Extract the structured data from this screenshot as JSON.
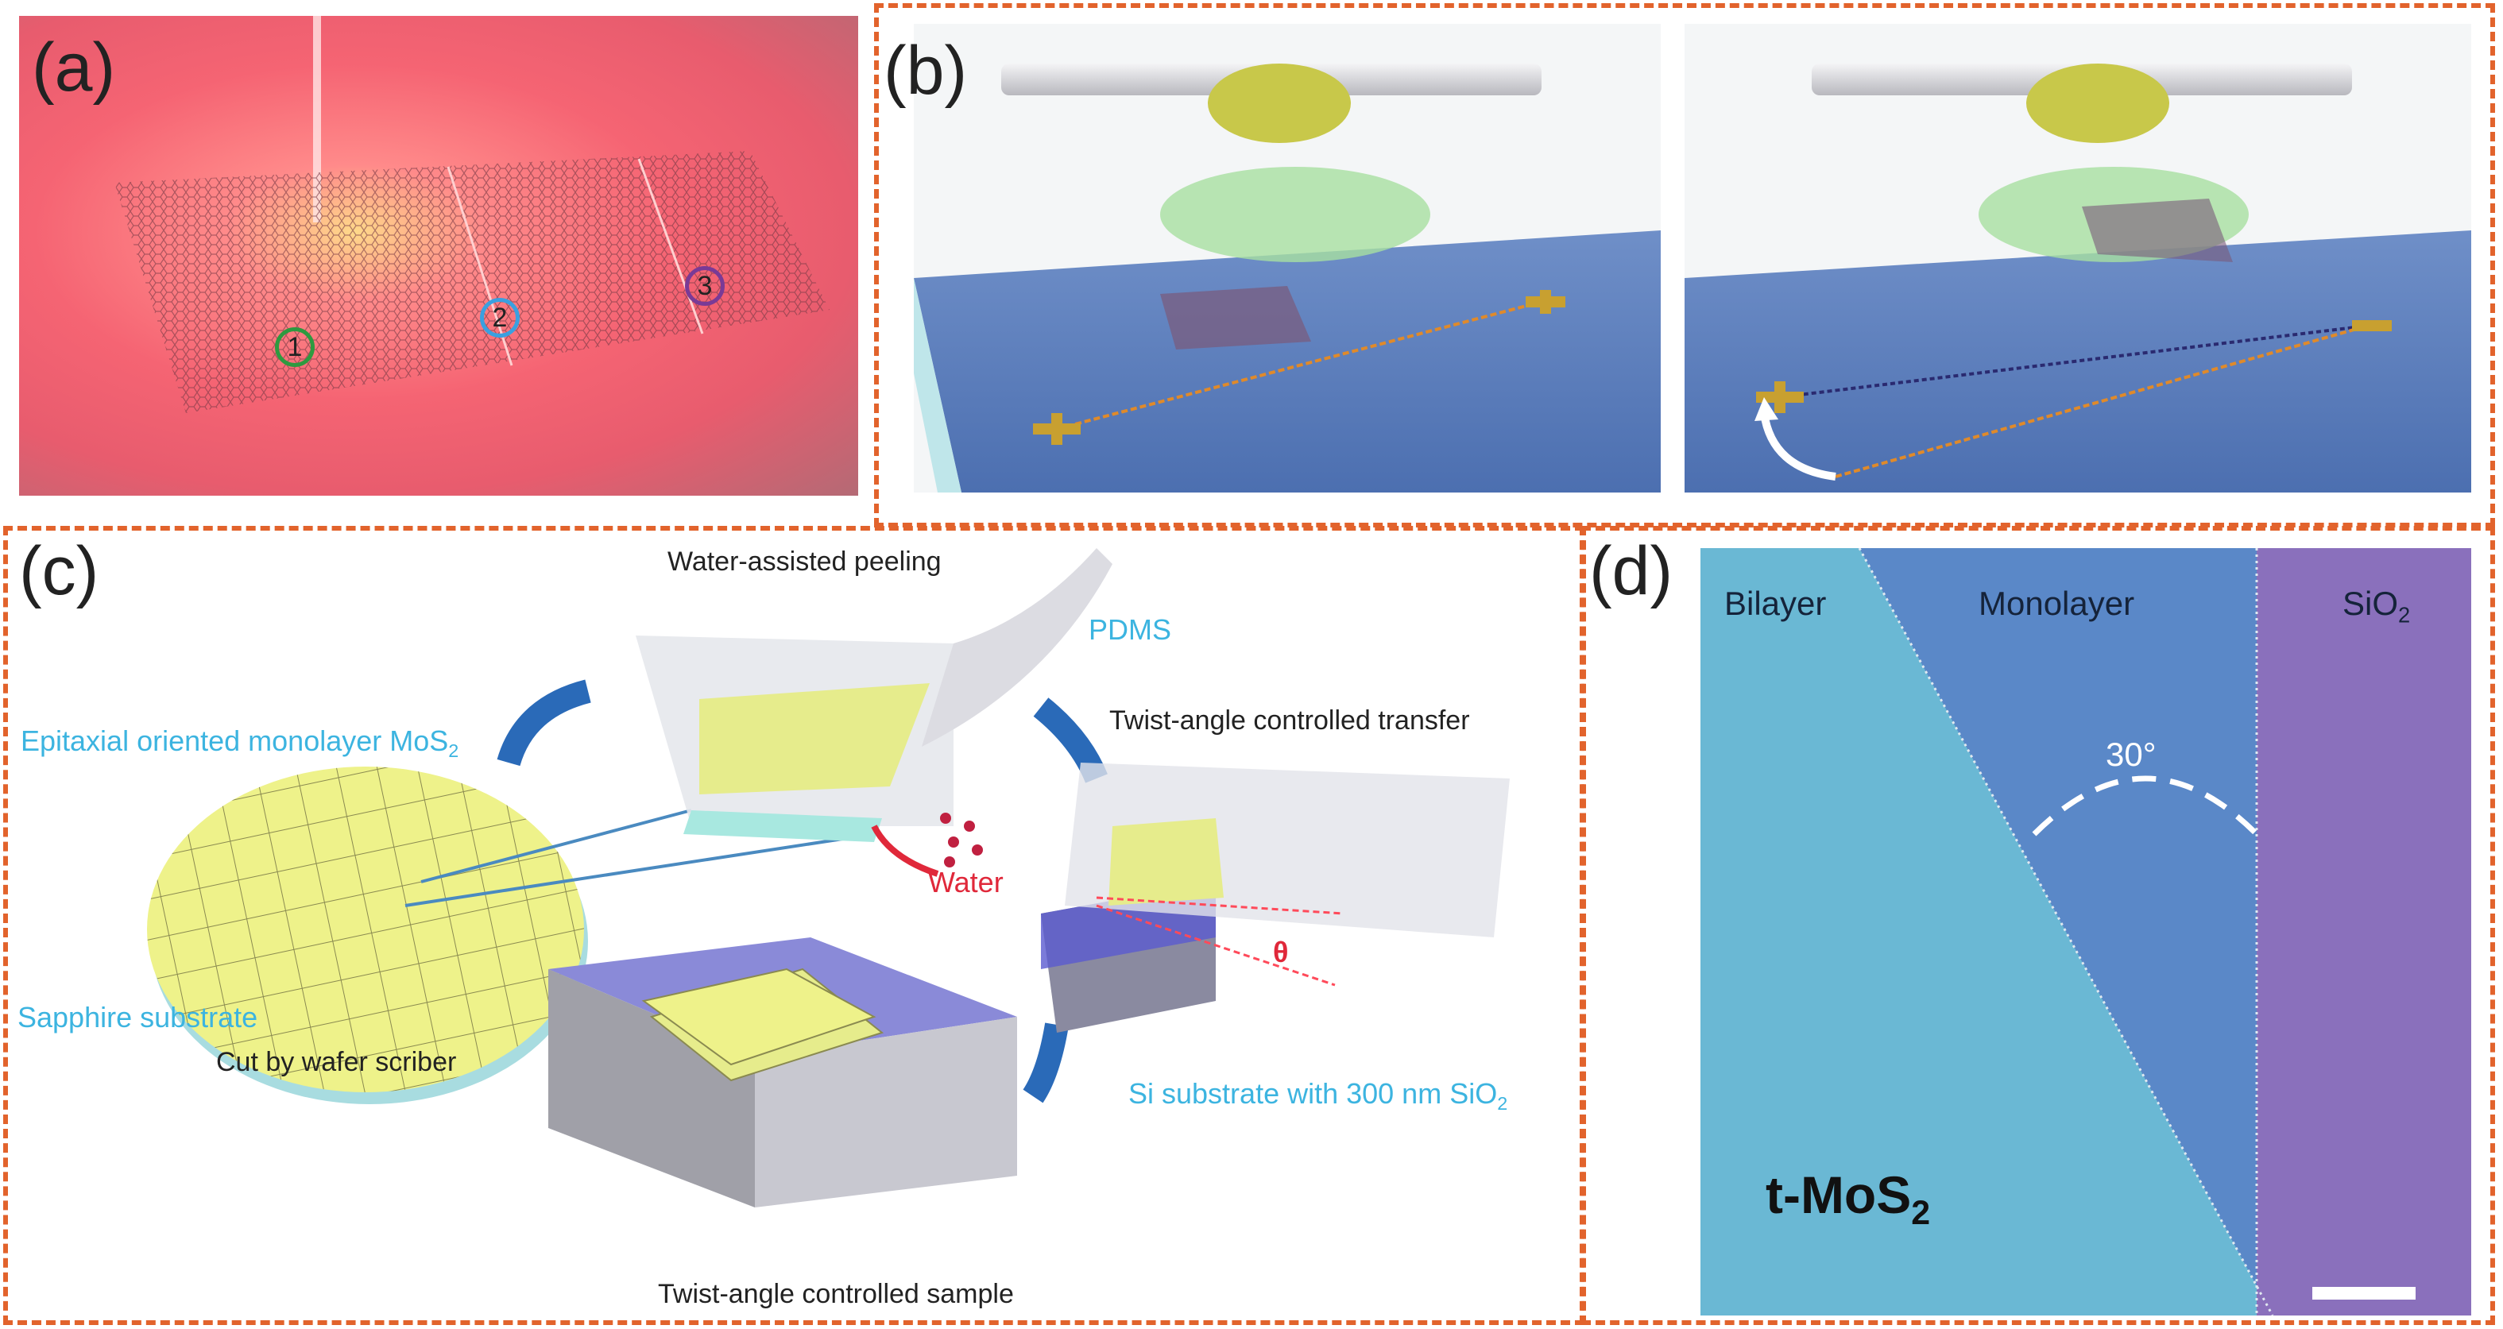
{
  "panels": {
    "a": {
      "label": "(a)",
      "markers": [
        "1",
        "2",
        "3"
      ]
    },
    "b": {
      "label": "(b)"
    },
    "c": {
      "label": "(c)",
      "water_peeling": "Water-assisted peeling",
      "pdms": "PDMS",
      "epitaxial": "Epitaxial oriented monolayer MoS",
      "epitaxial_sub": "2",
      "sapphire": "Sapphire substrate",
      "cut": "Cut by wafer scriber",
      "water": "Water",
      "twist_transfer": "Twist-angle controlled transfer",
      "theta": "θ",
      "si_substrate": "Si substrate with 300 nm SiO",
      "si_sub": "2",
      "sample": "Twist-angle controlled sample"
    },
    "d": {
      "label": "(d)",
      "bilayer": "Bilayer",
      "monolayer": "Monolayer",
      "sio2": "SiO",
      "sio2_sub": "2",
      "angle": "30°",
      "tmos2": "t-MoS",
      "tmos2_sub": "2"
    }
  },
  "colors": {
    "frame": "#e2632c",
    "label_cyan": "#3cb4e0",
    "water_red": "#e0283a"
  }
}
